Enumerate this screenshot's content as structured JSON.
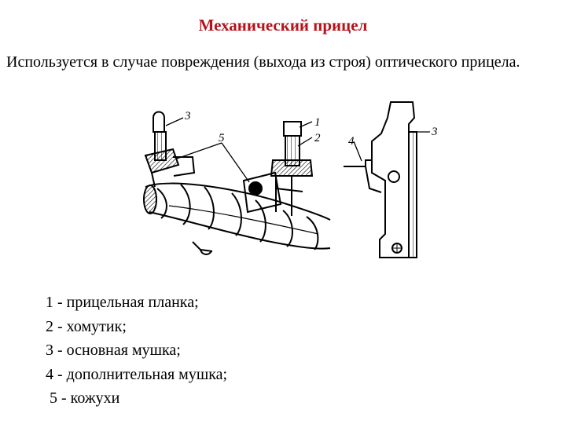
{
  "slide": {
    "title": "Механический прицел",
    "intro": "Используется в случае повреждения (выхода из строя) оптического прицела.",
    "title_color": "#b5121b"
  },
  "figure": {
    "callouts": [
      "3",
      "5",
      "1",
      "2",
      "4",
      "3"
    ]
  },
  "legend": {
    "items": [
      "1 - прицельная планка;",
      "2 - хомутик;",
      "3 - основная мушка;",
      "4 - дополнительная мушка;",
      " 5 - кожухи"
    ]
  }
}
